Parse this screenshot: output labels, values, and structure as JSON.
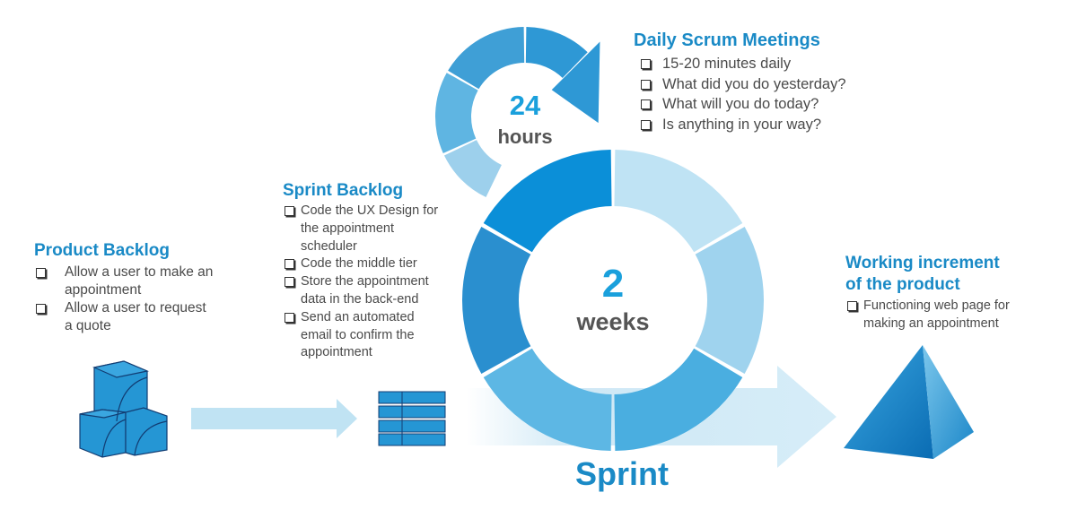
{
  "colors": {
    "accent": "#1a8ac6",
    "ring_dark": "#0a77c2",
    "ring_light": "#cfe9f6",
    "text": "#4a4a4a"
  },
  "daily_scrum": {
    "title": "Daily Scrum Meetings",
    "items": [
      "15-20 minutes daily",
      "What did you do yesterday?",
      "What will you do today?",
      "Is anything in your way?"
    ]
  },
  "daily_cycle": {
    "number": "24",
    "unit": "hours"
  },
  "sprint_backlog": {
    "title": "Sprint Backlog",
    "items": [
      "Code the UX Design for the appointment scheduler",
      "Code the middle tier",
      "Store the appointment data in the back-end",
      "Send an automated email to confirm the appointment"
    ]
  },
  "product_backlog": {
    "title": "Product Backlog",
    "items": [
      "Allow a user to make an appointment",
      "Allow a user to request a quote"
    ]
  },
  "sprint_cycle": {
    "number": "2",
    "unit": "weeks",
    "label": "Sprint"
  },
  "working_increment": {
    "title_line1": "Working increment",
    "title_line2": "of the product",
    "items": [
      "Functioning web page for making an appointment"
    ]
  },
  "icons": [
    "cubes-icon",
    "stack-icon",
    "pyramid-icon",
    "checkbox-icon",
    "arrow-icon",
    "cycle-arrow-icon"
  ]
}
